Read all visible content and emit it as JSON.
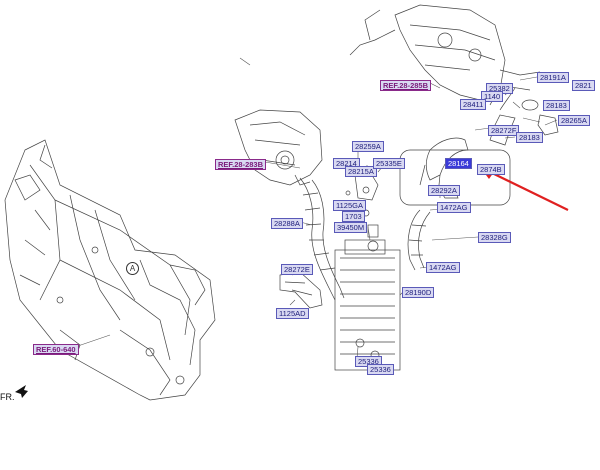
{
  "parts": {
    "p28191A": "28191A",
    "p2821": "2821",
    "p25382": "25382",
    "p1140": "1140",
    "p28411": "28411",
    "p28183": "28183",
    "p28265A": "28265A",
    "p28272F": "28272F",
    "p28183b": "28183",
    "p28259A": "28259A",
    "p28214": "28214",
    "p28215A": "28215A",
    "p25335E": "25335E",
    "p28164": "28164",
    "p2874B": "2874B",
    "p28292A": "28292A",
    "p1125GA": "1125GA",
    "p1703": "1703",
    "p1472AG_top": "1472AG",
    "p28288A": "28288A",
    "p39450M": "39450M",
    "p28328G": "28328G",
    "p28272E": "28272E",
    "p1472AG_bot": "1472AG",
    "p28190D": "28190D",
    "p1125AD": "1125AD",
    "p25336": "25336",
    "p25336b": "25336"
  },
  "refs": {
    "ref_285": "REF.28-285B",
    "ref_283": "REF.28-283B",
    "ref_640": "REF.60-640"
  },
  "markers": {
    "circle_a": "A",
    "front": "FR."
  },
  "colors": {
    "label_bg": "#d9d9f2",
    "label_border": "#5a5ab8",
    "highlight_bg": "#3a3ad8",
    "arrow": "#e02020"
  }
}
